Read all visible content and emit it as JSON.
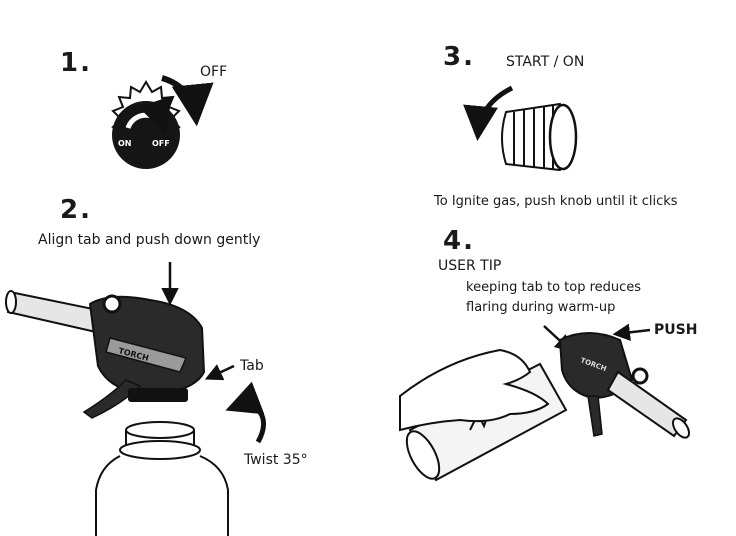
{
  "steps": [
    {
      "number": "1.",
      "label": "OFF",
      "dial_on": "ON",
      "dial_off": "OFF"
    },
    {
      "number": "2.",
      "instruction": "Align tab and push down gently",
      "tab_label": "Tab",
      "twist_label": "Twist 35°",
      "brand": "TORCH"
    },
    {
      "number": "3.",
      "label": "START / ON",
      "instruction": "To Ignite gas, push knob until it clicks"
    },
    {
      "number": "4.",
      "title": "USER TIP",
      "tip_line1": "keeping tab to top reduces",
      "tip_line2": "flaring during warm-up",
      "push_label": "PUSH",
      "brand": "TORCH"
    }
  ]
}
